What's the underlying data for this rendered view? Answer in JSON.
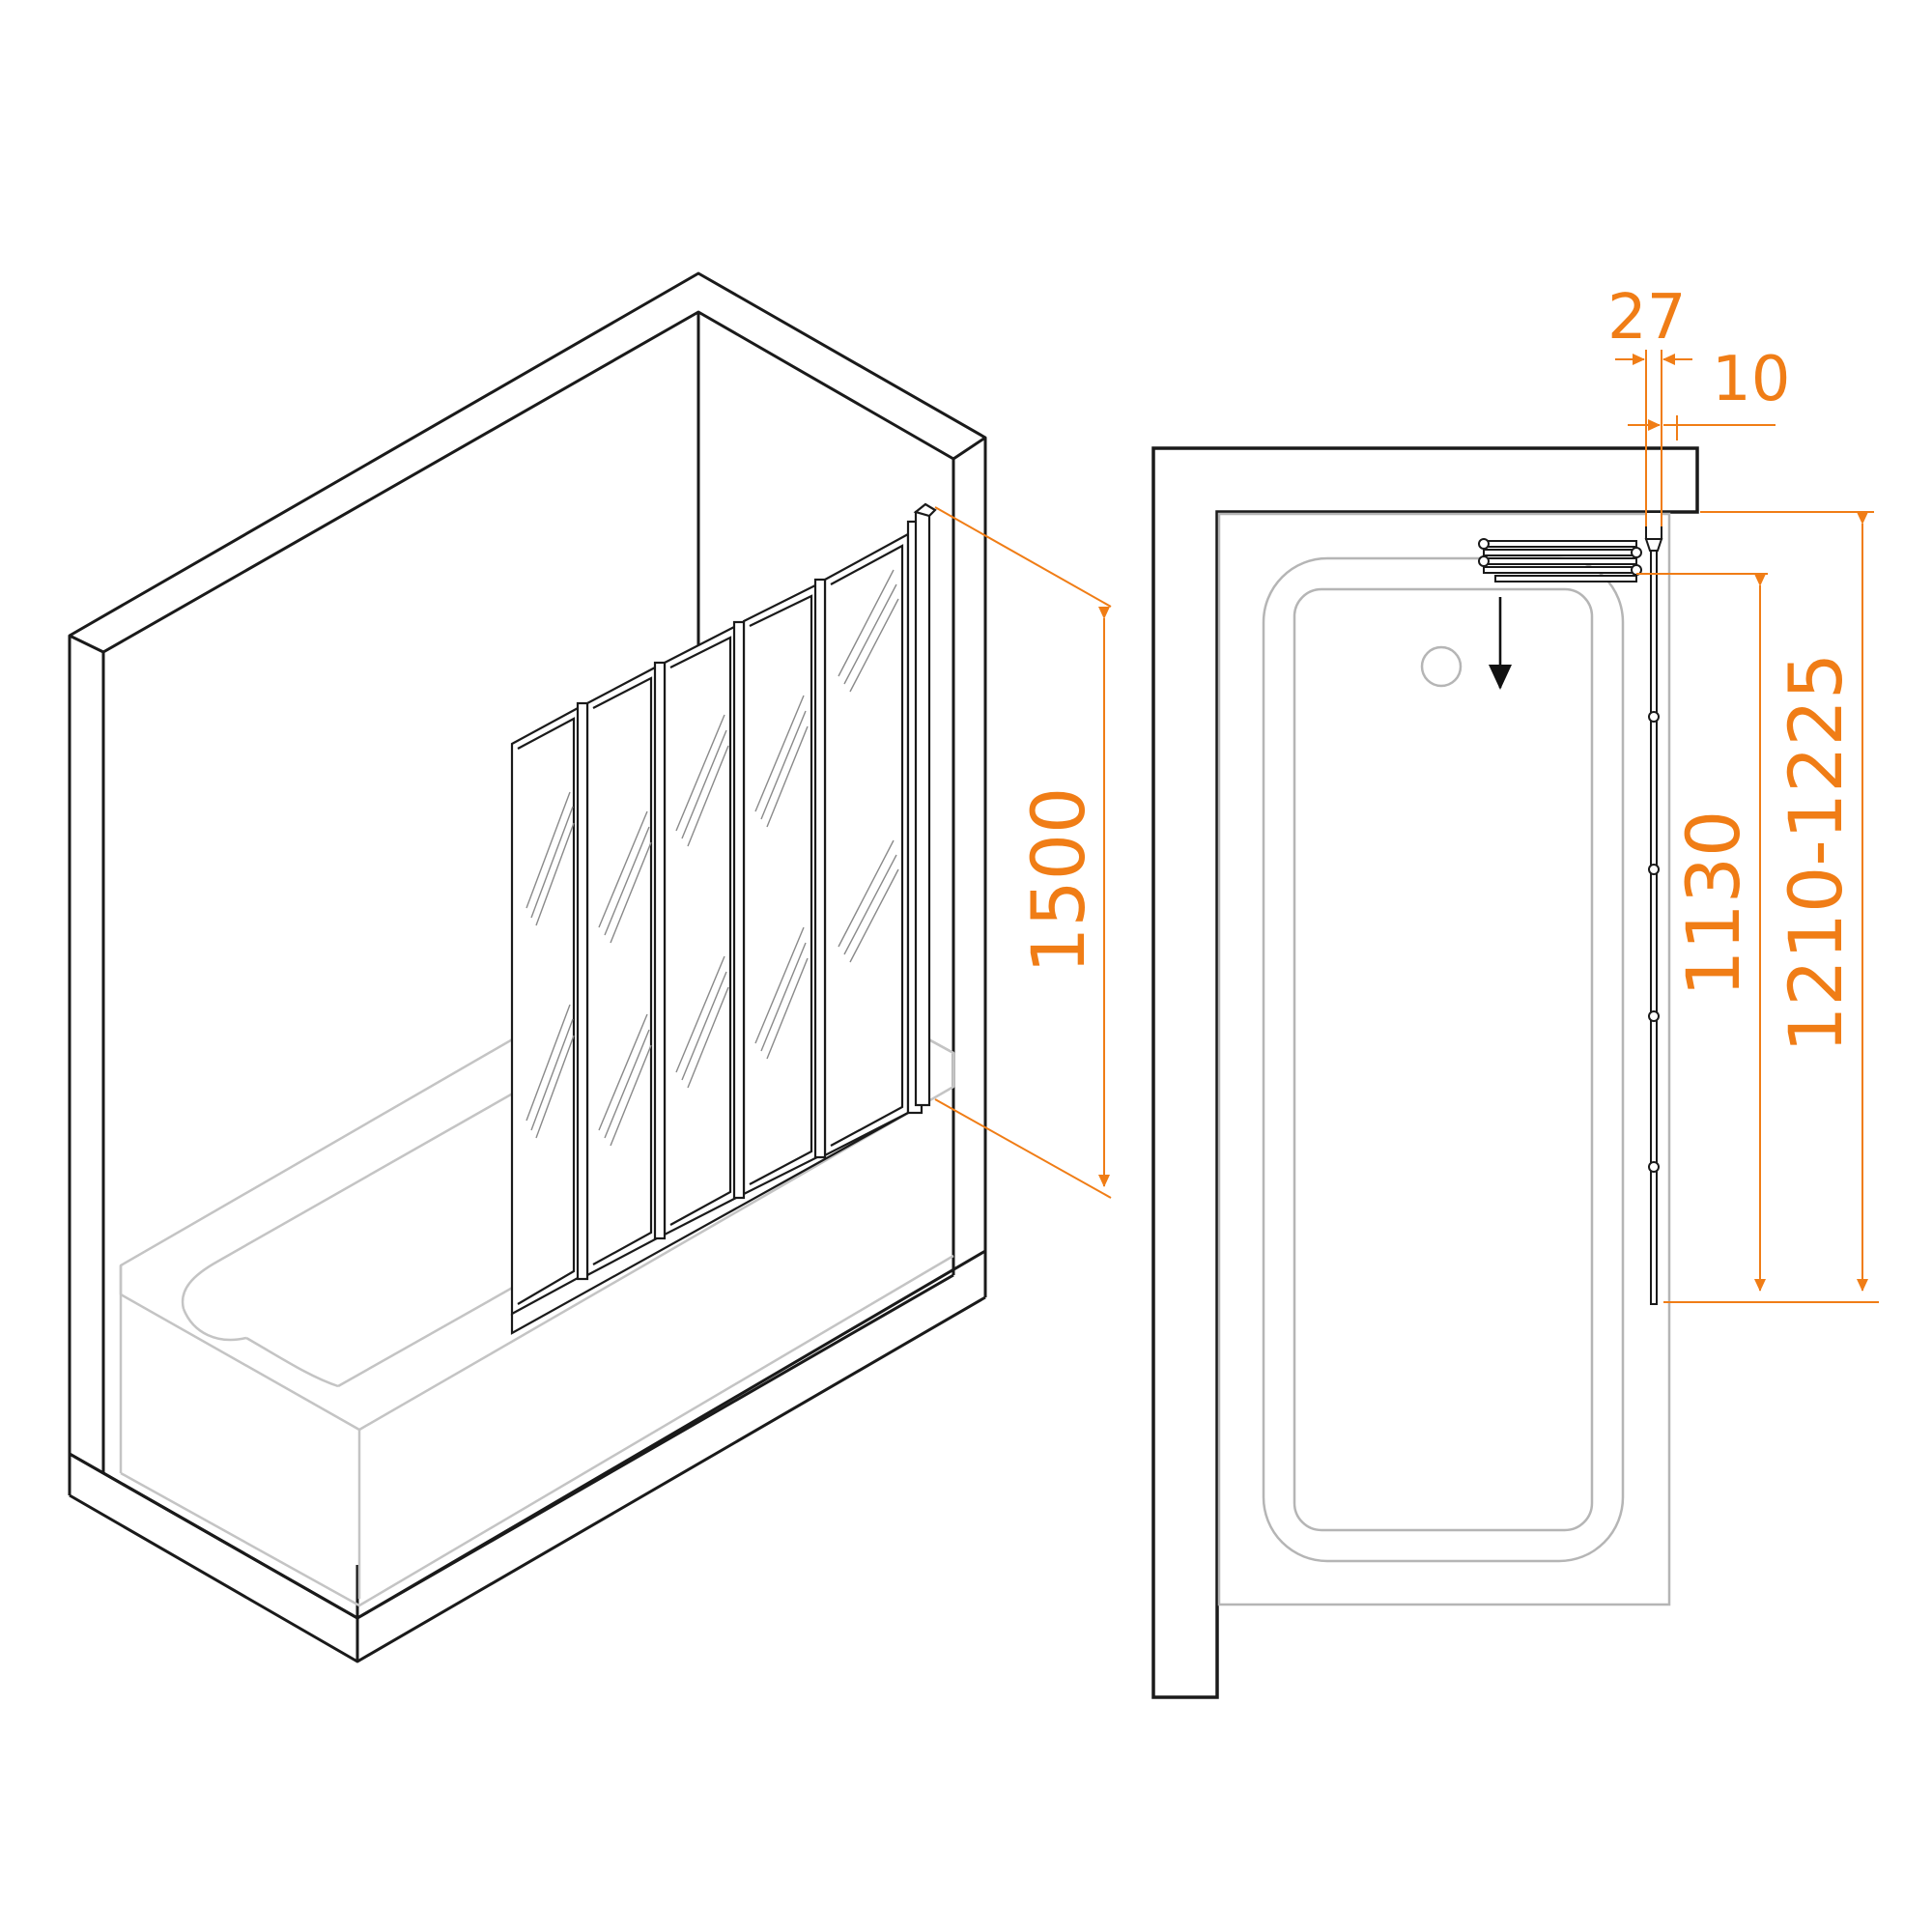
{
  "colors": {
    "dimension": "#F07D16",
    "outline": "#1a1a1a",
    "ghost": "#c8c8c8"
  },
  "dimensions": {
    "height": "1500",
    "profile_total": "27",
    "profile_wall": "10",
    "panel_width": "1130",
    "mount_range": "1210-1225"
  }
}
